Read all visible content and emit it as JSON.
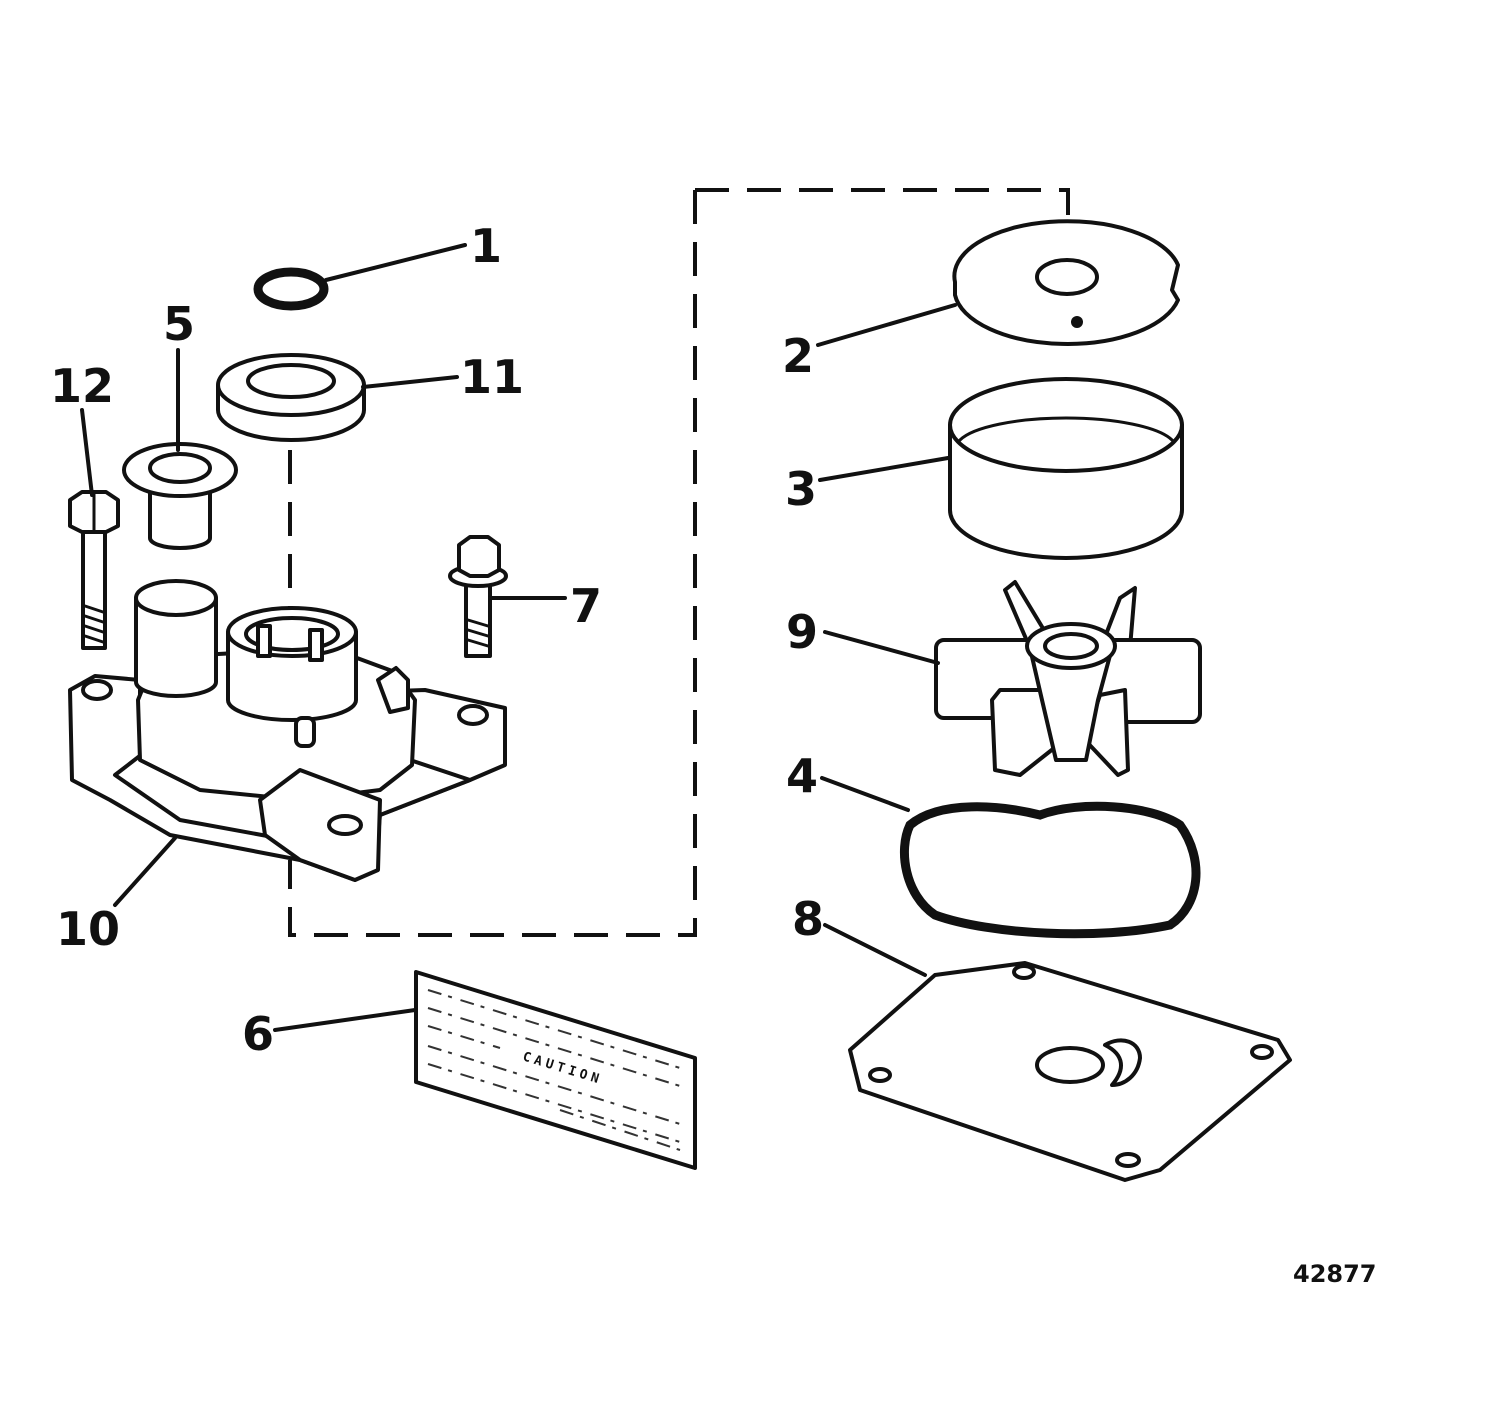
{
  "figure_number": "42877",
  "decal_text": "CAUTION",
  "callouts": [
    {
      "id": "1",
      "label": "1"
    },
    {
      "id": "2",
      "label": "2"
    },
    {
      "id": "3",
      "label": "3"
    },
    {
      "id": "4",
      "label": "4"
    },
    {
      "id": "5",
      "label": "5"
    },
    {
      "id": "6",
      "label": "6"
    },
    {
      "id": "7",
      "label": "7"
    },
    {
      "id": "8",
      "label": "8"
    },
    {
      "id": "9",
      "label": "9"
    },
    {
      "id": "10",
      "label": "10"
    },
    {
      "id": "11",
      "label": "11"
    },
    {
      "id": "12",
      "label": "12"
    }
  ],
  "colors": {
    "ink": "#111111",
    "paper": "#ffffff"
  }
}
